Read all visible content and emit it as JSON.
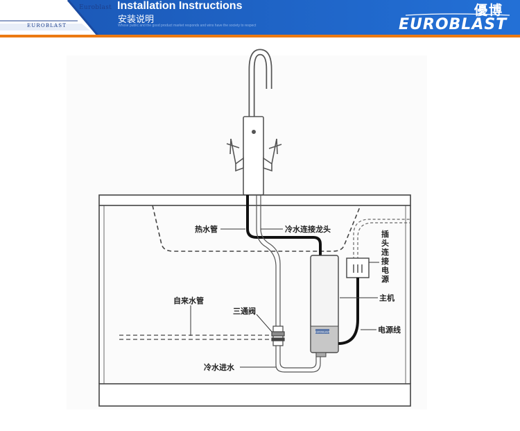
{
  "header": {
    "brand_small": "Euroblast",
    "brand_plate": "EUROBLAST",
    "title_en": "Installation Instructions",
    "title_cn": "安装说明",
    "tagline": "Whose public and the good product market responds and wins have the society to respect",
    "logo_cn": "優博",
    "logo_en": "EUROBLAST",
    "colors": {
      "banner": "#1d62c4",
      "accent": "#ec7a12"
    }
  },
  "diagram": {
    "labels": {
      "hot_pipe": "热水管",
      "cold_connect_faucet": "冷水连接龙头",
      "plug_connect_power": [
        "插",
        "头",
        "连",
        "接",
        "电",
        "源"
      ],
      "main_unit": "主机",
      "tap_water_pipe": "自来水管",
      "three_way_valve": "三通阀",
      "power_cord": "电源线",
      "cold_water_inlet": "冷水进水"
    },
    "unit_badge": "EUROBLAST"
  }
}
